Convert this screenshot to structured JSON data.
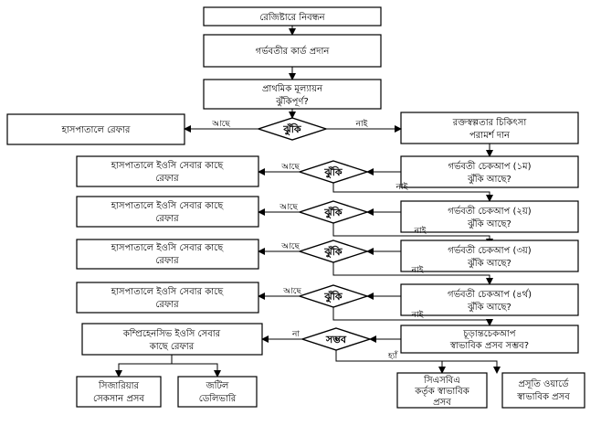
{
  "nodes": {
    "registration": "রেজিষ্টারে নিবন্ধন",
    "card": "গর্ভবতীর কার্ড প্রদান",
    "assessment_1": "প্রাথমিক মূল্যায়ন",
    "assessment_2": "ঝুঁকিপূর্ণ?",
    "risk_main": "ঝুঁকি",
    "hospital_refer": "হাসপাতালে রেফার",
    "anemia_1": "রক্তস্বল্পতার চিকিৎসা",
    "anemia_2": "পরামর্শ দান",
    "checkup1_1": "গর্ভবতী চেকআপ (১ম)",
    "checkup1_2": "ঝুঁকি আছে?",
    "checkup2_1": "গর্ভবতী চেকআপ (২য়)",
    "checkup2_2": "ঝুঁকি আছে?",
    "checkup3_1": "গর্ভবতী চেকআপ (৩য়)",
    "checkup3_2": "ঝুঁকি আছে?",
    "checkup4_1": "গর্ভবতী চেকআপ (৪র্থ)",
    "checkup4_2": "ঝুঁকি আছে?",
    "risk1": "ঝুঁকি",
    "risk2": "ঝুঁকি",
    "risk3": "ঝুঁকি",
    "risk4": "ঝুঁকি",
    "eoc_refer1_1": "হাসপাতালে ইওসি সেবার কাছে",
    "eoc_refer1_2": "রেফার",
    "eoc_refer2_1": "হাসপাতালে ইওসি সেবার কাছে",
    "eoc_refer2_2": "রেফার",
    "eoc_refer3_1": "হাসপাতালে ইওসি সেবার কাছে",
    "eoc_refer3_2": "রেফার",
    "eoc_refer4_1": "হাসপাতালে ইওসি সেবার কাছে",
    "eoc_refer4_2": "রেফার",
    "final_1": "চূড়ান্তচেকআপ",
    "final_2": "স্বাভাবিক প্রসব সম্ভব?",
    "possible": "সম্ভব",
    "comprehensive_1": "কম্প্রিহেনসিভ ইওসি সেবার",
    "comprehensive_2": "কাছে রেফার",
    "caesarean_1": "সিজারিয়ার",
    "caesarean_2": "সেকসান প্রসব",
    "complicated_1": "জটিল",
    "complicated_2": "ডেলিভারি",
    "sba_1": "সিএসবিএ",
    "sba_2": "কর্তৃক স্বাভাবিক",
    "sba_3": "প্রসব",
    "ward_1": "প্রসূতি ওয়ার্ডে",
    "ward_2": "স্বাভাবিক প্রসব"
  },
  "edge_labels": {
    "yes_main": "আছে",
    "no_main": "নাই",
    "yes1": "আছে",
    "no1": "নাই",
    "yes2": "আছে",
    "no2": "নাই",
    "yes3": "আছে",
    "no3": "নাই",
    "yes4": "আছে",
    "no4": "নাই",
    "not_possible": "না",
    "possible_yes": "হ্যাঁ"
  }
}
